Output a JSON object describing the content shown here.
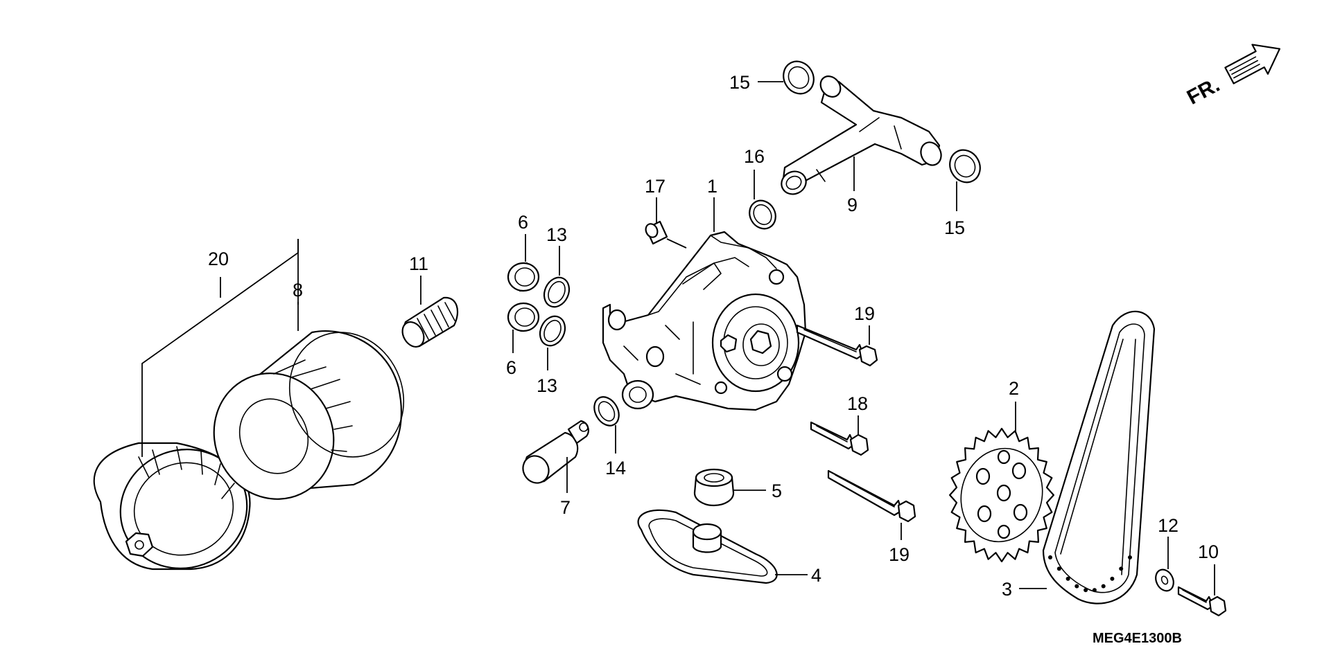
{
  "diagram": {
    "drawing_code": "MEG4E1300B",
    "direction_label": "FR.",
    "callouts": {
      "c1": "1",
      "c2": "2",
      "c3": "3",
      "c4": "4",
      "c5": "5",
      "c6a": "6",
      "c6b": "6",
      "c7": "7",
      "c8": "8",
      "c9": "9",
      "c10": "10",
      "c11": "11",
      "c12": "12",
      "c13a": "13",
      "c13b": "13",
      "c14": "14",
      "c15a": "15",
      "c15b": "15",
      "c16": "16",
      "c17": "17",
      "c18": "18",
      "c19a": "19",
      "c19b": "19",
      "c20": "20"
    }
  }
}
